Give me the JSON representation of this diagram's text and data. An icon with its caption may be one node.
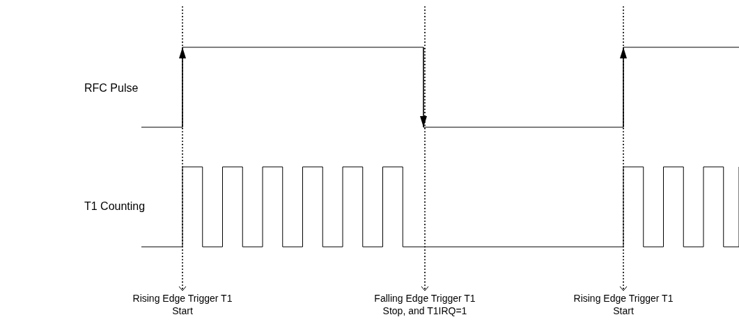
{
  "diagram": {
    "nodes": [
      {
        "text": [
          "Rising Edge Trigger T1 Start"
        ]
      },
      {
        "text": [
          "Falling Edge Trigger T1 Stop, and T1IRQ=1"
        ]
      },
      {
        "text": [
          "Rising Edge Trigger T1 Start"
        ]
      }
    ],
    "edges": [
      {
        "from": null,
        "to": 0,
        "arrow": "to",
        "style": "dashed"
      },
      {
        "from": null,
        "to": 1,
        "arrow": "to",
        "style": "dashed"
      },
      {
        "from": null,
        "to": 2,
        "arrow": "to",
        "style": "dashed"
      }
    ],
    "labels": [
      "RFC Pulse",
      "T1 Counting"
    ]
  }
}
